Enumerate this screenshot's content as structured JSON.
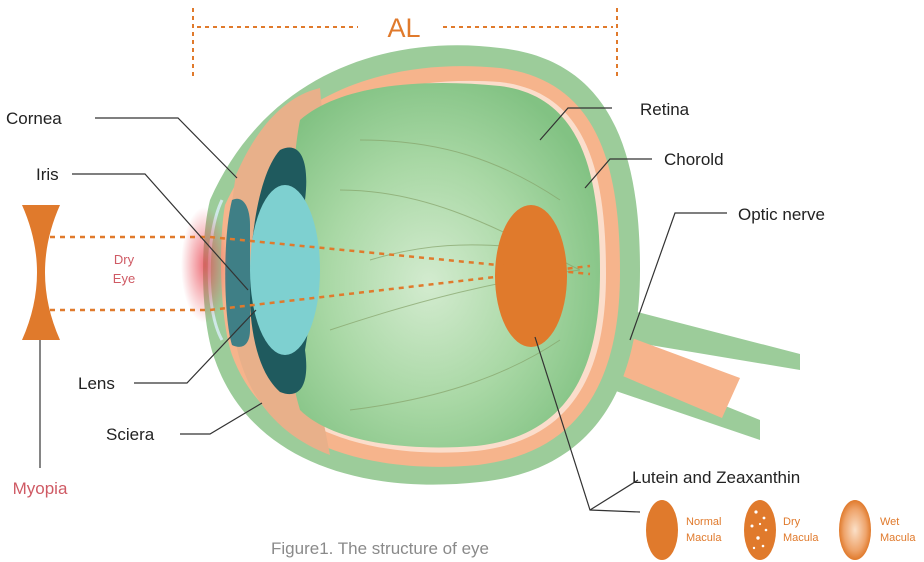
{
  "diagram": {
    "title_label": "AL",
    "caption": "Figure1. The structure of eye",
    "labels": {
      "cornea": "Cornea",
      "iris": "Iris",
      "lens": "Lens",
      "sclera": "Sciera",
      "retina": "Retina",
      "choroid": "Chorold",
      "optic_nerve": "Optic nerve",
      "lutein": "Lutein and Zeaxanthin",
      "myopia": "Myopia",
      "dry_eye_line1": "Dry",
      "dry_eye_line2": "Eye"
    },
    "macula_types": [
      {
        "line1": "Normal",
        "line2": "Macula"
      },
      {
        "line1": "Dry",
        "line2": "Macula"
      },
      {
        "line1": "Wet",
        "line2": "Macula"
      }
    ],
    "colors": {
      "sclera": "#9ccc9a",
      "choroid": "#f6b48c",
      "vitreous": "#9cd29c",
      "lens": "#7ed0d0",
      "dark_teal": "#1f5a5e",
      "macula": "#e07a2c",
      "accent_red": "#cf5a64",
      "dashed_line": "#e07a2c"
    }
  }
}
